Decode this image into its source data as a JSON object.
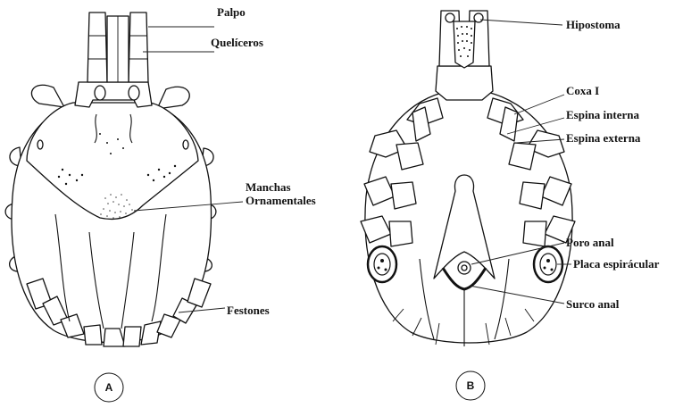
{
  "panel_a": {
    "letter": "A",
    "labels": {
      "palpo": "Palpo",
      "queliceros": "Quelíceros",
      "manchas_1": "Manchas",
      "manchas_2": "Ornamentales",
      "festones": "Festones"
    }
  },
  "panel_b": {
    "letter": "B",
    "labels": {
      "hipostoma": "Hipostoma",
      "coxa": "Coxa I",
      "espina_interna": "Espina interna",
      "espina_externa": "Espina externa",
      "poro_anal": "Poro anal",
      "placa": "Placa espirácular",
      "surco_anal": "Surco anal"
    }
  }
}
